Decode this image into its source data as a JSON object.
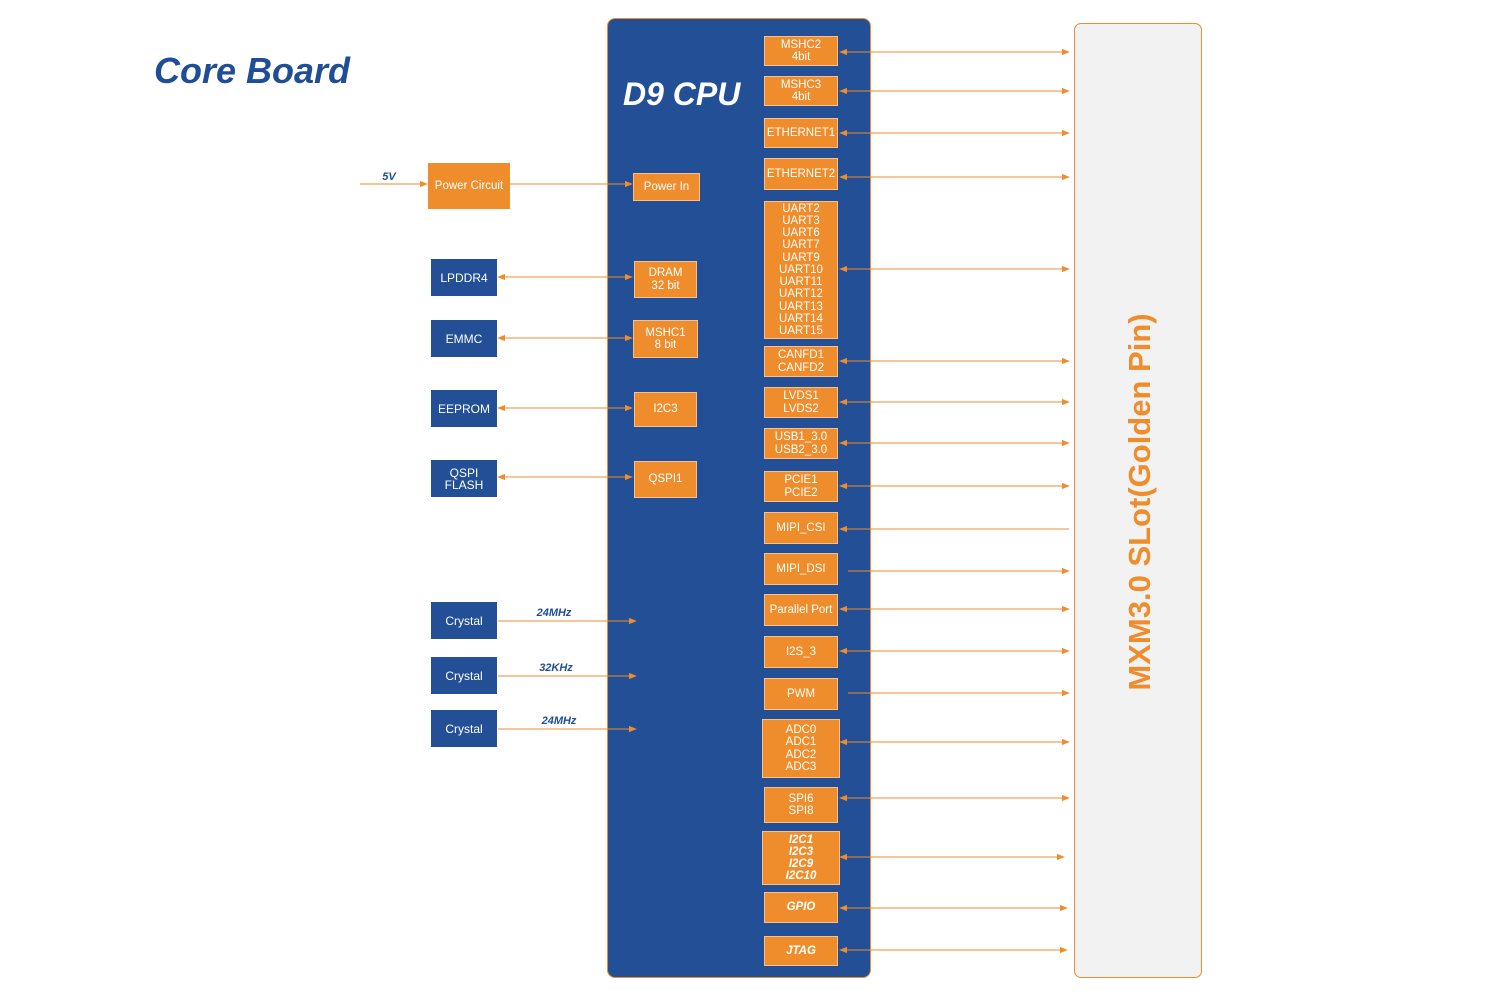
{
  "title": "Core Board",
  "cpu": {
    "label": "D9 CPU"
  },
  "slot": {
    "label": "MXM3.0 SLot(Golden Pin)"
  },
  "power": {
    "input": "5V",
    "circuit": "Power Circuit",
    "port": "Power In"
  },
  "memory_rows": [
    {
      "device": "LPDDR4",
      "port": "DRAM\n32 bit"
    },
    {
      "device": "EMMC",
      "port": "MSHC1\n8 bit"
    },
    {
      "device": "EEPROM",
      "port": "I2C3"
    },
    {
      "device": "QSPI\nFLASH",
      "port": "QSPI1"
    }
  ],
  "crystals": [
    {
      "label": "Crystal",
      "freq": "24MHz"
    },
    {
      "label": "Crystal",
      "freq": "32KHz"
    },
    {
      "label": "Crystal",
      "freq": "24MHz"
    }
  ],
  "interfaces": [
    {
      "label": "MSHC2\n4bit",
      "direction": "both"
    },
    {
      "label": "MSHC3\n4bit",
      "direction": "both"
    },
    {
      "label": "ETHERNET1",
      "direction": "both"
    },
    {
      "label": "ETHERNET2",
      "direction": "both"
    },
    {
      "label": "UART2\nUART3\nUART6\nUART7\nUART9\nUART10\nUART11\nUART12\nUART13\nUART14\nUART15",
      "direction": "both"
    },
    {
      "label": "CANFD1\nCANFD2",
      "direction": "both"
    },
    {
      "label": "LVDS1\nLVDS2",
      "direction": "both"
    },
    {
      "label": "USB1_3.0\nUSB2_3.0",
      "direction": "both"
    },
    {
      "label": "PCIE1\nPCIE2",
      "direction": "both"
    },
    {
      "label": "MIPI_CSI",
      "direction": "to-cpu"
    },
    {
      "label": "MIPI_DSI",
      "direction": "to-slot"
    },
    {
      "label": "Parallel Port",
      "direction": "both"
    },
    {
      "label": "I2S_3",
      "direction": "both"
    },
    {
      "label": "PWM",
      "direction": "to-slot"
    },
    {
      "label": "ADC0\nADC1\nADC2\nADC3",
      "direction": "both"
    },
    {
      "label": "SPI6\nSPI8",
      "direction": "both"
    },
    {
      "label": "I2C1\nI2C3\nI2C9\nI2C10",
      "direction": "both"
    },
    {
      "label": "GPIO",
      "direction": "both"
    },
    {
      "label": "JTAG",
      "direction": "both"
    }
  ],
  "colors": {
    "orange": "#ef8d2c",
    "blue": "#224f95",
    "slot_fill": "#f2f2f2"
  }
}
